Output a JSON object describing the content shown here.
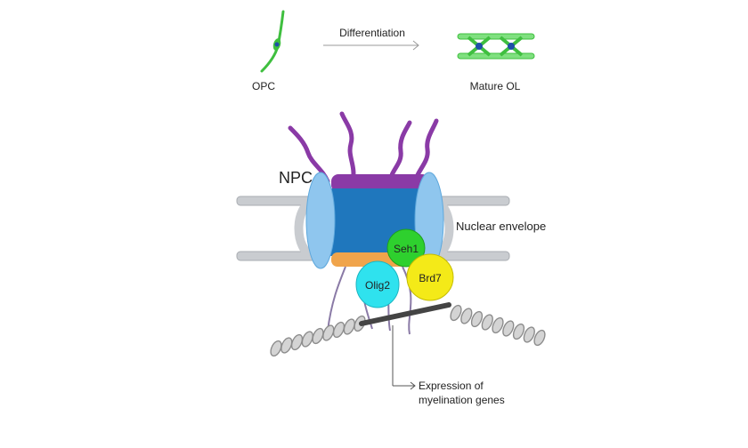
{
  "top": {
    "opc_label": "OPC",
    "arrow_label": "Differentiation",
    "mature_label": "Mature OL"
  },
  "complex": {
    "npc_label": "NPC",
    "envelope_label": "Nuclear envelope",
    "proteins": [
      "Seh1",
      "Olig2",
      "Brd7"
    ]
  },
  "output": {
    "line1": "Expression of",
    "line2": "myelination genes"
  },
  "colors": {
    "cell_green": "#3fbf3f",
    "nucleus_blue": "#1f4fa8",
    "membrane_gray": "#c9ccd0",
    "pore_light_blue": "#8fc6ee",
    "pore_core_blue": "#1f77bd",
    "fg_purple": "#8a3aa6",
    "basket_orange": "#f0a44b",
    "seh1_green": "#2ed02e",
    "olig2_cyan": "#2fe2ee",
    "brd7_yellow": "#f4ea18",
    "dna_gray": "#8c8c8c"
  }
}
